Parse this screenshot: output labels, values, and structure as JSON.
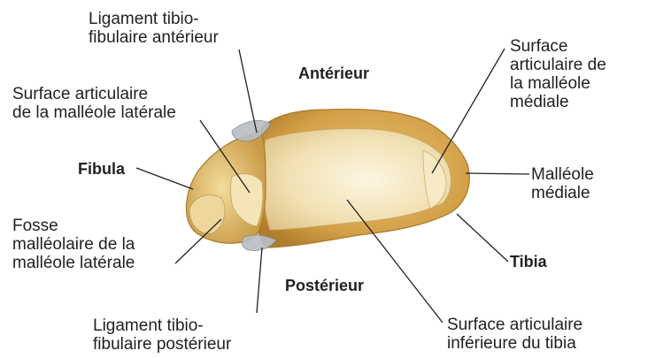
{
  "orientation": {
    "anterior": "Antérieur",
    "posterior": "Postérieur"
  },
  "labels": {
    "lig_ant": {
      "line1": "Ligament tibio-",
      "line2": "fibulaire antérieur"
    },
    "surf_lat": {
      "line1": "Surface articulaire",
      "line2": "de la malléole latérale"
    },
    "fibula": "Fibula",
    "fosse": {
      "line1": "Fosse",
      "line2": "malléolaire de la",
      "line3": "malléole latérale"
    },
    "lig_post": {
      "line1": "Ligament tibio-",
      "line2": "fibulaire postérieur"
    },
    "surf_med": {
      "line1": "Surface",
      "line2": "articulaire de",
      "line3": "la malléole",
      "line4": "médiale"
    },
    "malleole_med": {
      "line1": "Malléole",
      "line2": "médiale"
    },
    "tibia": "Tibia",
    "surf_inf": {
      "line1": "Surface articulaire",
      "line2": "inférieure du tibia"
    }
  },
  "colors": {
    "bone": "#d9ad55",
    "bone_shadow": "#b8862e",
    "cartilage": "#f2e3b9",
    "cartilage_light": "#fbf3dc",
    "ligament": "#9aa3ae",
    "leader": "#231f20"
  }
}
